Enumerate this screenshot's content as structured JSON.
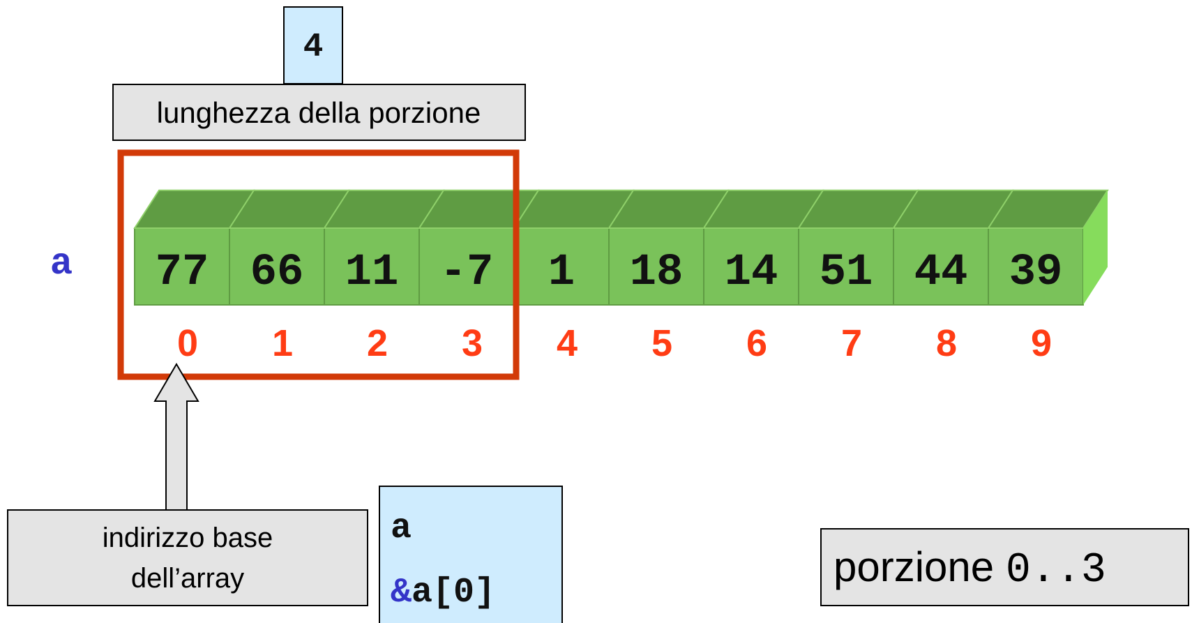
{
  "length_value": "4",
  "length_label": "lunghezza della porzione",
  "array_name": "a",
  "array_values": [
    "77",
    "66",
    "11",
    "-7",
    "1",
    "18",
    "14",
    "51",
    "44",
    "39"
  ],
  "indices": [
    "0",
    "1",
    "2",
    "3",
    "4",
    "5",
    "6",
    "7",
    "8",
    "9"
  ],
  "base_address_label": [
    "indirizzo base",
    "dell’array"
  ],
  "address_box": {
    "line1": "a",
    "line2_prefix": "&",
    "line2_rest": "a[0]"
  },
  "portion_label": {
    "prefix": "porzione ",
    "range": "0..3"
  },
  "colors": {
    "cube_front": "#7ac25a",
    "cube_top": "#5f9c43",
    "cube_side": "#86dc5c",
    "index": "#ff3c14",
    "highlight": "#d23a08",
    "array_name": "#3434c8",
    "address_box_fill": "#cfecfe",
    "label_box_fill": "#e4e4e4"
  }
}
